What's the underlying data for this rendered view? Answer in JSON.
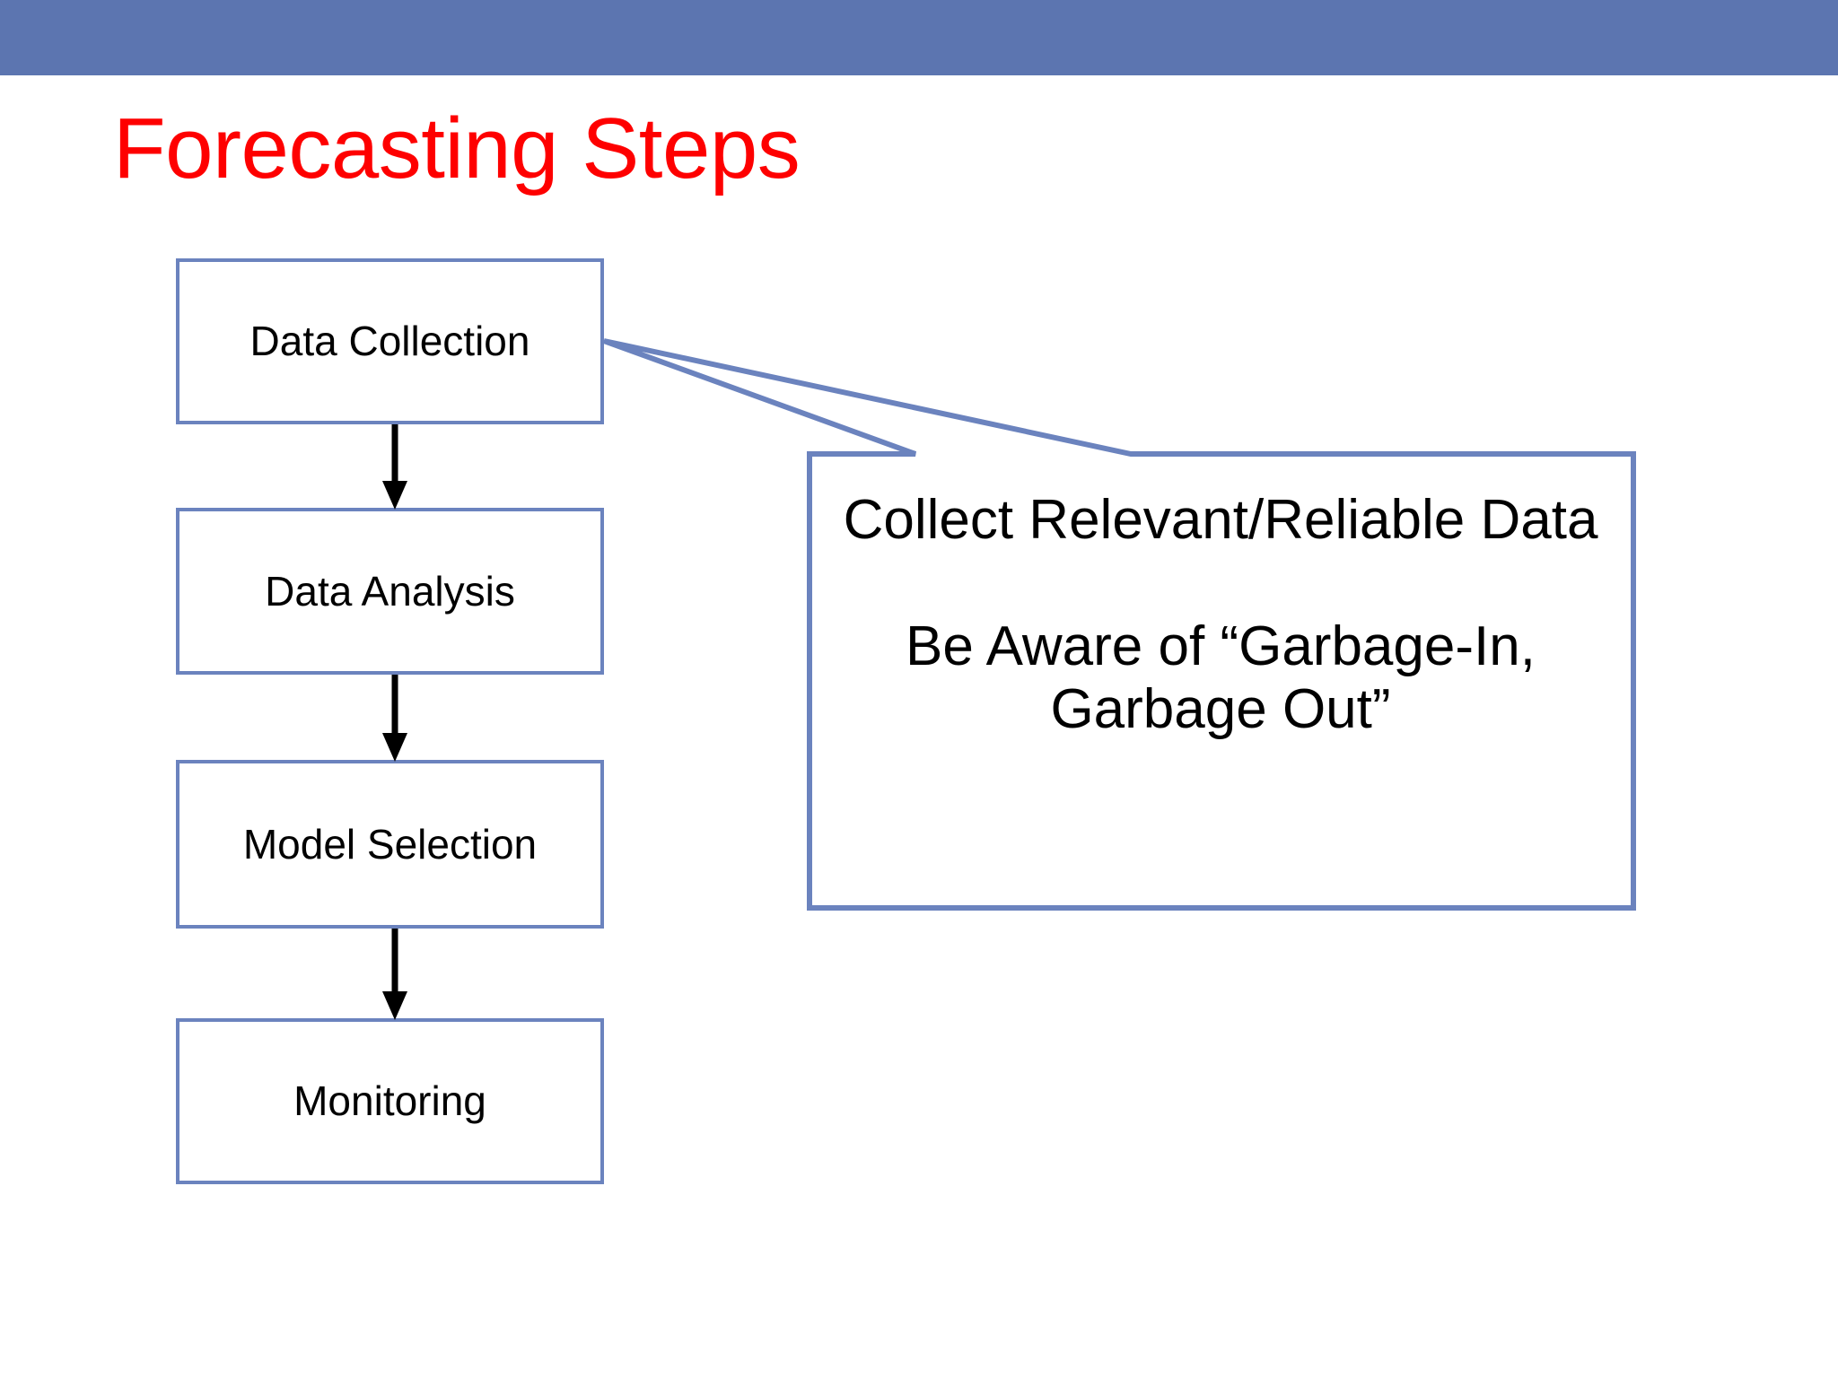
{
  "slide": {
    "title": "Forecasting Steps",
    "title_color": "#FE0000",
    "band_color": "#5C75B0",
    "shape_outline_color": "#6B83BE",
    "arrow_color": "#000000",
    "background_color": "#FFFFFF"
  },
  "flowchart": {
    "steps": [
      {
        "label": "Data Collection"
      },
      {
        "label": "Data Analysis"
      },
      {
        "label": "Model Selection"
      },
      {
        "label": "Monitoring"
      }
    ],
    "connectors": [
      {
        "from": "Data Collection",
        "to": "Data Analysis",
        "type": "down-arrow"
      },
      {
        "from": "Data Analysis",
        "to": "Model Selection",
        "type": "down-arrow"
      },
      {
        "from": "Model Selection",
        "to": "Monitoring",
        "type": "down-arrow"
      }
    ]
  },
  "callout": {
    "points_to": "Data Collection",
    "lines": [
      "Collect Relevant/Reliable Data",
      "Be Aware of “Garbage-In, Garbage Out”"
    ]
  }
}
